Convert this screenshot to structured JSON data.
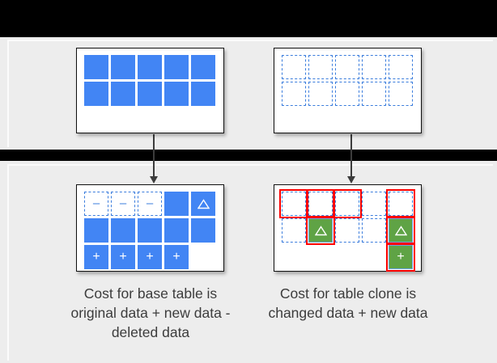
{
  "theme": {
    "blue": "#4285f4",
    "dashed_blue": "#3b7ddd",
    "green": "#5fa345",
    "red": "#ff0000",
    "band_black": "#000000",
    "panel_gray": "#ededed",
    "text_gray": "#3c3c3c"
  },
  "diagram": {
    "title": "",
    "tables": [
      {
        "id": "base-table-before",
        "position": "top-left",
        "columns": 5,
        "rows": [
          [
            {
              "state": "solid",
              "symbol": ""
            },
            {
              "state": "solid",
              "symbol": ""
            },
            {
              "state": "solid",
              "symbol": ""
            },
            {
              "state": "solid",
              "symbol": ""
            },
            {
              "state": "solid",
              "symbol": ""
            }
          ],
          [
            {
              "state": "solid",
              "symbol": ""
            },
            {
              "state": "solid",
              "symbol": ""
            },
            {
              "state": "solid",
              "symbol": ""
            },
            {
              "state": "solid",
              "symbol": ""
            },
            {
              "state": "solid",
              "symbol": ""
            }
          ]
        ]
      },
      {
        "id": "clone-table-before",
        "position": "top-right",
        "columns": 5,
        "rows": [
          [
            {
              "state": "dashed",
              "symbol": ""
            },
            {
              "state": "dashed",
              "symbol": ""
            },
            {
              "state": "dashed",
              "symbol": ""
            },
            {
              "state": "dashed",
              "symbol": ""
            },
            {
              "state": "dashed",
              "symbol": ""
            }
          ],
          [
            {
              "state": "dashed",
              "symbol": ""
            },
            {
              "state": "dashed",
              "symbol": ""
            },
            {
              "state": "dashed",
              "symbol": ""
            },
            {
              "state": "dashed",
              "symbol": ""
            },
            {
              "state": "dashed",
              "symbol": ""
            }
          ]
        ]
      },
      {
        "id": "base-table-after",
        "position": "bottom-left",
        "columns": 5,
        "rows": [
          [
            {
              "state": "dashed",
              "symbol": "minus"
            },
            {
              "state": "dashed",
              "symbol": "minus"
            },
            {
              "state": "dashed",
              "symbol": "minus"
            },
            {
              "state": "solid",
              "symbol": ""
            },
            {
              "state": "solid",
              "symbol": "triangle"
            }
          ],
          [
            {
              "state": "solid",
              "symbol": ""
            },
            {
              "state": "solid",
              "symbol": ""
            },
            {
              "state": "solid",
              "symbol": ""
            },
            {
              "state": "solid",
              "symbol": ""
            },
            {
              "state": "solid",
              "symbol": ""
            }
          ],
          [
            {
              "state": "solid",
              "symbol": "plus"
            },
            {
              "state": "solid",
              "symbol": "plus"
            },
            {
              "state": "solid",
              "symbol": "plus"
            },
            {
              "state": "solid",
              "symbol": "plus"
            },
            {
              "state": "empty",
              "symbol": ""
            }
          ]
        ]
      },
      {
        "id": "clone-table-after",
        "position": "bottom-right",
        "columns": 5,
        "rows": [
          [
            {
              "state": "dashed",
              "symbol": "",
              "highlight": true
            },
            {
              "state": "dashed",
              "symbol": "",
              "highlight": true
            },
            {
              "state": "dashed",
              "symbol": "",
              "highlight": true
            },
            {
              "state": "dashed",
              "symbol": "",
              "highlight": false
            },
            {
              "state": "dashed",
              "symbol": "",
              "highlight": true
            }
          ],
          [
            {
              "state": "dashed",
              "symbol": "",
              "highlight": false
            },
            {
              "state": "green",
              "symbol": "triangle",
              "highlight": true
            },
            {
              "state": "dashed",
              "symbol": "",
              "highlight": false
            },
            {
              "state": "dashed",
              "symbol": "",
              "highlight": false
            },
            {
              "state": "green",
              "symbol": "triangle",
              "highlight": true
            }
          ],
          [
            {
              "state": "empty",
              "symbol": "",
              "highlight": false
            },
            {
              "state": "empty",
              "symbol": "",
              "highlight": false
            },
            {
              "state": "empty",
              "symbol": "",
              "highlight": false
            },
            {
              "state": "empty",
              "symbol": "",
              "highlight": false
            },
            {
              "state": "green",
              "symbol": "plus",
              "highlight": true
            }
          ]
        ]
      }
    ],
    "arrows": [
      {
        "id": "arrow-base",
        "from": "base-table-before",
        "to": "base-table-after"
      },
      {
        "id": "arrow-clone",
        "from": "clone-table-before",
        "to": "clone-table-after"
      }
    ],
    "captions": {
      "left": "Cost for base table is original data + new data - deleted data",
      "right": "Cost for table clone is changed data + new data"
    },
    "symbols": {
      "minus": "–",
      "plus": "+",
      "triangle": "△"
    }
  }
}
